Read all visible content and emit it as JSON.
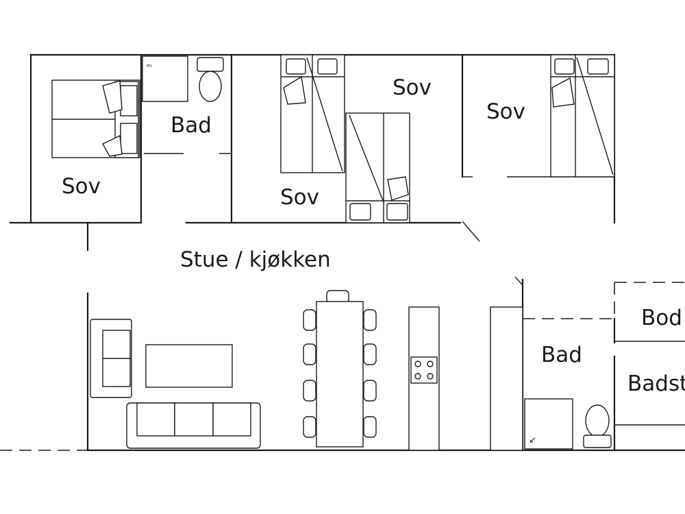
{
  "rooms": {
    "sov_1": "Sov",
    "bad_1": "Bad",
    "sov_2": "Sov",
    "sov_3": "Sov",
    "sov_4": "Sov",
    "stue": "Stue / kjøkken",
    "bad_2": "Bad",
    "bod": "Bod",
    "badstue": "Badst"
  }
}
